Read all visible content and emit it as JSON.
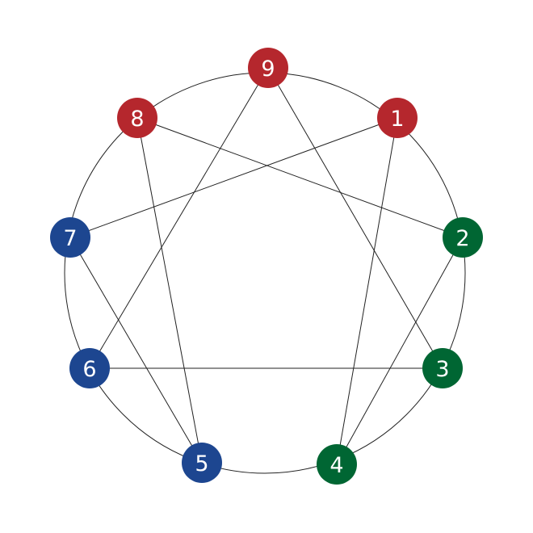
{
  "title": "Enneagram",
  "colors": {
    "red": "#b5272d",
    "green": "#006633",
    "blue": "#1d4690",
    "line": "#222222"
  },
  "nodes": [
    {
      "label": "9",
      "group": "red"
    },
    {
      "label": "1",
      "group": "red"
    },
    {
      "label": "2",
      "group": "green"
    },
    {
      "label": "3",
      "group": "green"
    },
    {
      "label": "4",
      "group": "green"
    },
    {
      "label": "5",
      "group": "blue"
    },
    {
      "label": "6",
      "group": "blue"
    },
    {
      "label": "7",
      "group": "blue"
    },
    {
      "label": "8",
      "group": "red"
    }
  ],
  "connections": [
    [
      "9",
      "3"
    ],
    [
      "3",
      "6"
    ],
    [
      "6",
      "9"
    ],
    [
      "1",
      "4"
    ],
    [
      "4",
      "2"
    ],
    [
      "2",
      "8"
    ],
    [
      "8",
      "5"
    ],
    [
      "5",
      "7"
    ],
    [
      "7",
      "1"
    ]
  ]
}
